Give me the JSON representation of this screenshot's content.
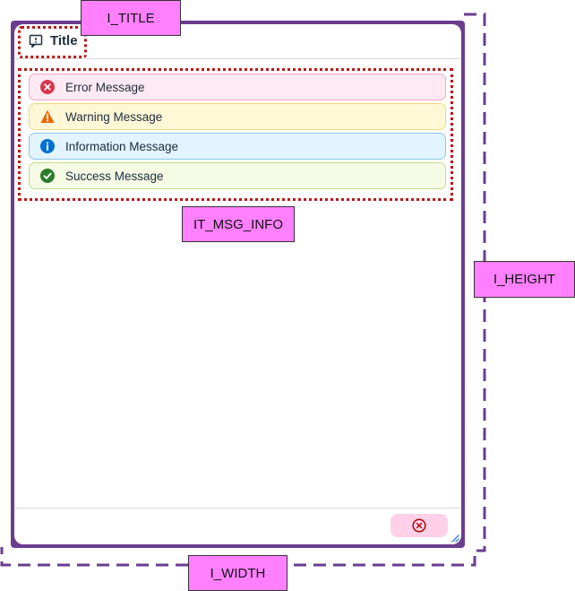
{
  "dialog": {
    "title": "Title",
    "title_icon": "message-popup-icon",
    "messages": [
      {
        "type": "error",
        "icon": "error-circle-icon",
        "text": "Error Message"
      },
      {
        "type": "warning",
        "icon": "warning-triangle-icon",
        "text": "Warning Message"
      },
      {
        "type": "info",
        "icon": "info-circle-icon",
        "text": "Information Message"
      },
      {
        "type": "success",
        "icon": "check-circle-icon",
        "text": "Success Message"
      }
    ],
    "close_button_icon": "close-circle-icon"
  },
  "labels": {
    "title": "I_TITLE",
    "messages": "IT_MSG_INFO",
    "height": "I_HEIGHT",
    "width": "I_WIDTH"
  },
  "colors": {
    "dialog_border": "#6a3d8f",
    "highlight_dotted": "#b81818",
    "label_fill": "#ff80ff",
    "dashed_guide": "#6a3d8f",
    "error": "#d9364c",
    "warning": "#e76500",
    "info": "#0070d2",
    "success": "#2b7c2b",
    "close_button": "#ffd0e7"
  }
}
